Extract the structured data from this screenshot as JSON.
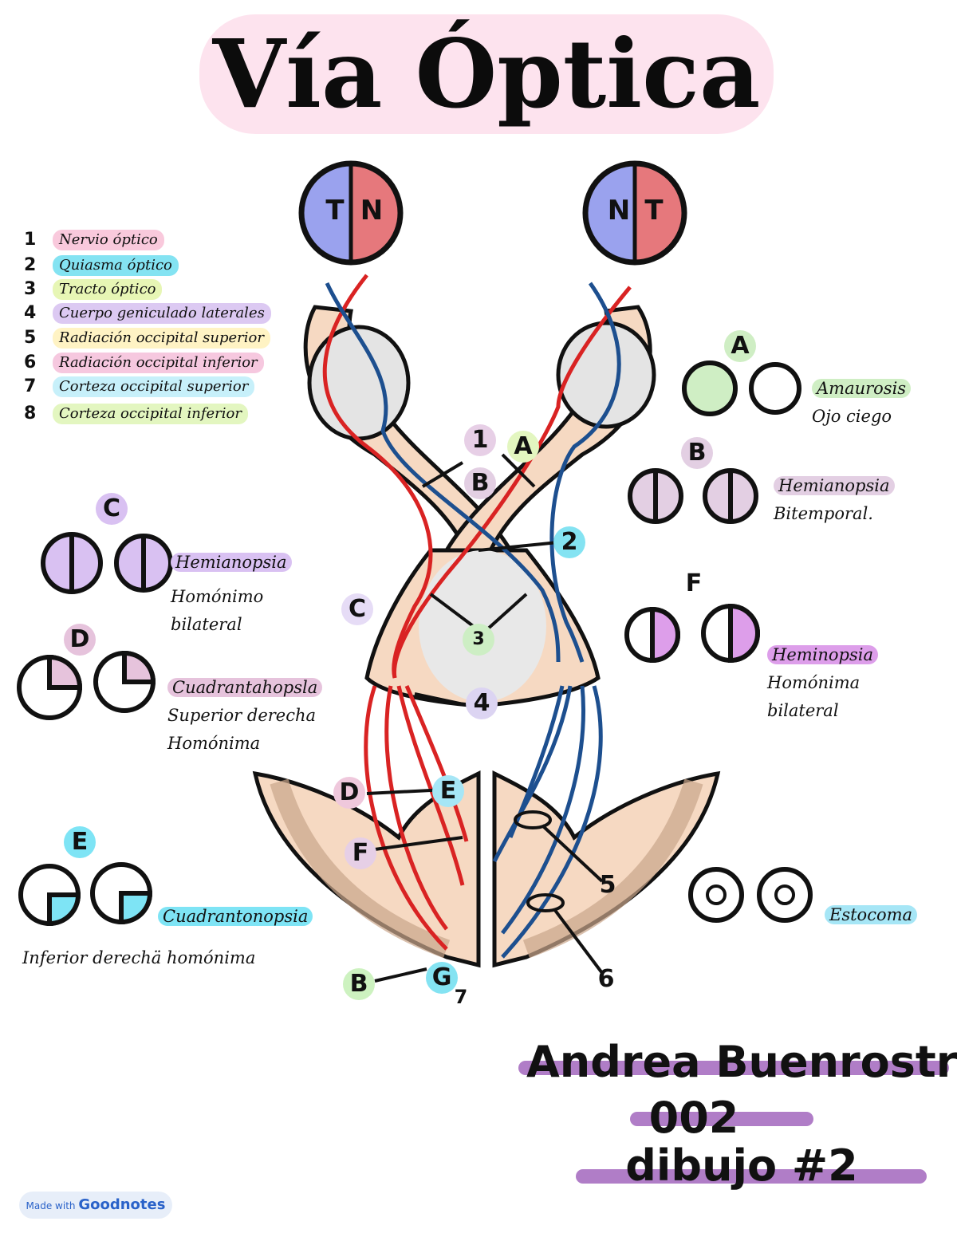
{
  "title": "Vía Óptica",
  "eyes": {
    "left": {
      "temporal": "T",
      "nasal": "N",
      "temporal_color": "#9aa2ee",
      "nasal_color": "#e6787c"
    },
    "right": {
      "nasal": "N",
      "temporal": "T",
      "nasal_color": "#9aa2ee",
      "temporal_color": "#e6787c"
    }
  },
  "legend": [
    {
      "num": "1",
      "text": "Nervio óptico",
      "color": "#f9c9dc"
    },
    {
      "num": "2",
      "text": "Quiasma óptico",
      "color": "#84e3f2"
    },
    {
      "num": "3",
      "text": "Tracto óptico",
      "color": "#e7f6b5"
    },
    {
      "num": "4",
      "text": "Cuerpo geniculado laterales",
      "color": "#dcc9f2"
    },
    {
      "num": "5",
      "text": "Radiación occipital superior",
      "color": "#fff3c4"
    },
    {
      "num": "6",
      "text": "Radiación occipital inferior",
      "color": "#f6c8df"
    },
    {
      "num": "7",
      "text": "Corteza occipital superior",
      "color": "#c7f0fa"
    },
    {
      "num": "8",
      "text": "Corteza occipital inferior",
      "color": "#e3f6c0"
    }
  ],
  "lesions": {
    "A": {
      "letter": "A",
      "lines": [
        "Amaurosis",
        "Ojo ciego"
      ],
      "color": "#cfeec4"
    },
    "B": {
      "letter": "B",
      "lines": [
        "Hemianopsia",
        "Bitemporal."
      ],
      "color": "#e3cfe3"
    },
    "C": {
      "letter": "C",
      "lines": [
        "Hemianopsia",
        "Homónimo",
        "bilateral"
      ],
      "color": "#d9c1f2"
    },
    "D": {
      "letter": "D",
      "lines": [
        "Cuadrantahopsla",
        "Superior derecha",
        "Homónima"
      ],
      "color": "#e6c3dc"
    },
    "E": {
      "letter": "E",
      "lines": [
        "Cuadrantonopsia",
        "Inferior derechä homónima"
      ],
      "color": "#7ee4f5"
    },
    "F": {
      "letter": "F",
      "lines": [
        "Heminopsia",
        "Homónima",
        "bilateral"
      ],
      "color": "#dd9eea"
    },
    "O": {
      "lines": [
        "Estocoma"
      ],
      "color": "#a6e6f6"
    }
  },
  "markers": {
    "n1": "1",
    "A": "A",
    "B": "B",
    "n2": "2",
    "C": "C",
    "n3": "3",
    "n4": "4",
    "D": "D",
    "E": "E",
    "F": "F",
    "n5": "5",
    "n6": "6",
    "B2": "B",
    "G": "G",
    "n7": "7"
  },
  "signature": {
    "name": "Andrea Buenrostro",
    "code": "002",
    "drawing": "dibujo #2"
  },
  "watermark": {
    "prefix": "Made with",
    "brand": "Goodnotes"
  },
  "colors": {
    "skin": "#f6d9c2",
    "skin_dark": "#c9a58a",
    "gray": "#e4e4e4",
    "red_path": "#d92323",
    "blue_path": "#1d4f8f",
    "outline": "#111111"
  }
}
